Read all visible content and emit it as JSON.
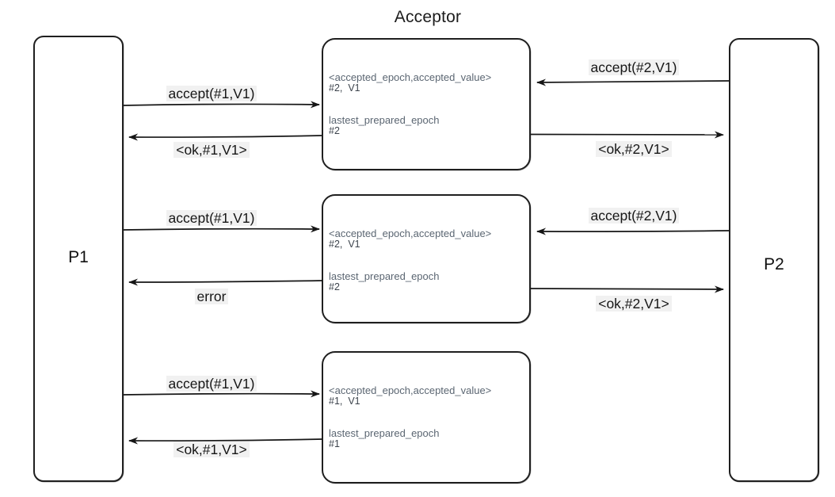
{
  "diagram": {
    "title": "Acceptor",
    "p1_label": "P1",
    "p2_label": "P2"
  },
  "sections": [
    {
      "state_pair_label": "<accepted_epoch,accepted_value>",
      "state_pair_value": "#2,  V1",
      "prepared_label": "lastest_prepared_epoch",
      "prepared_value": "#2",
      "left_request": "accept(#1,V1)",
      "left_response": "<ok,#1,V1>",
      "right_request": "accept(#2,V1)",
      "right_response": "<ok,#2,V1>"
    },
    {
      "state_pair_label": "<accepted_epoch,accepted_value>",
      "state_pair_value": "#2,  V1",
      "prepared_label": "lastest_prepared_epoch",
      "prepared_value": "#2",
      "left_request": "accept(#1,V1)",
      "left_response": "error",
      "right_request": "accept(#2,V1)",
      "right_response": "<ok,#2,V1>"
    },
    {
      "state_pair_label": "<accepted_epoch,accepted_value>",
      "state_pair_value": "#1,  V1",
      "prepared_label": "lastest_prepared_epoch",
      "prepared_value": "#1",
      "left_request": "accept(#1,V1)",
      "left_response": "<ok,#1,V1>"
    }
  ],
  "colors": {
    "ink": "#1c1c1c",
    "state_text": "#5b6672",
    "background": "#ffffff"
  }
}
